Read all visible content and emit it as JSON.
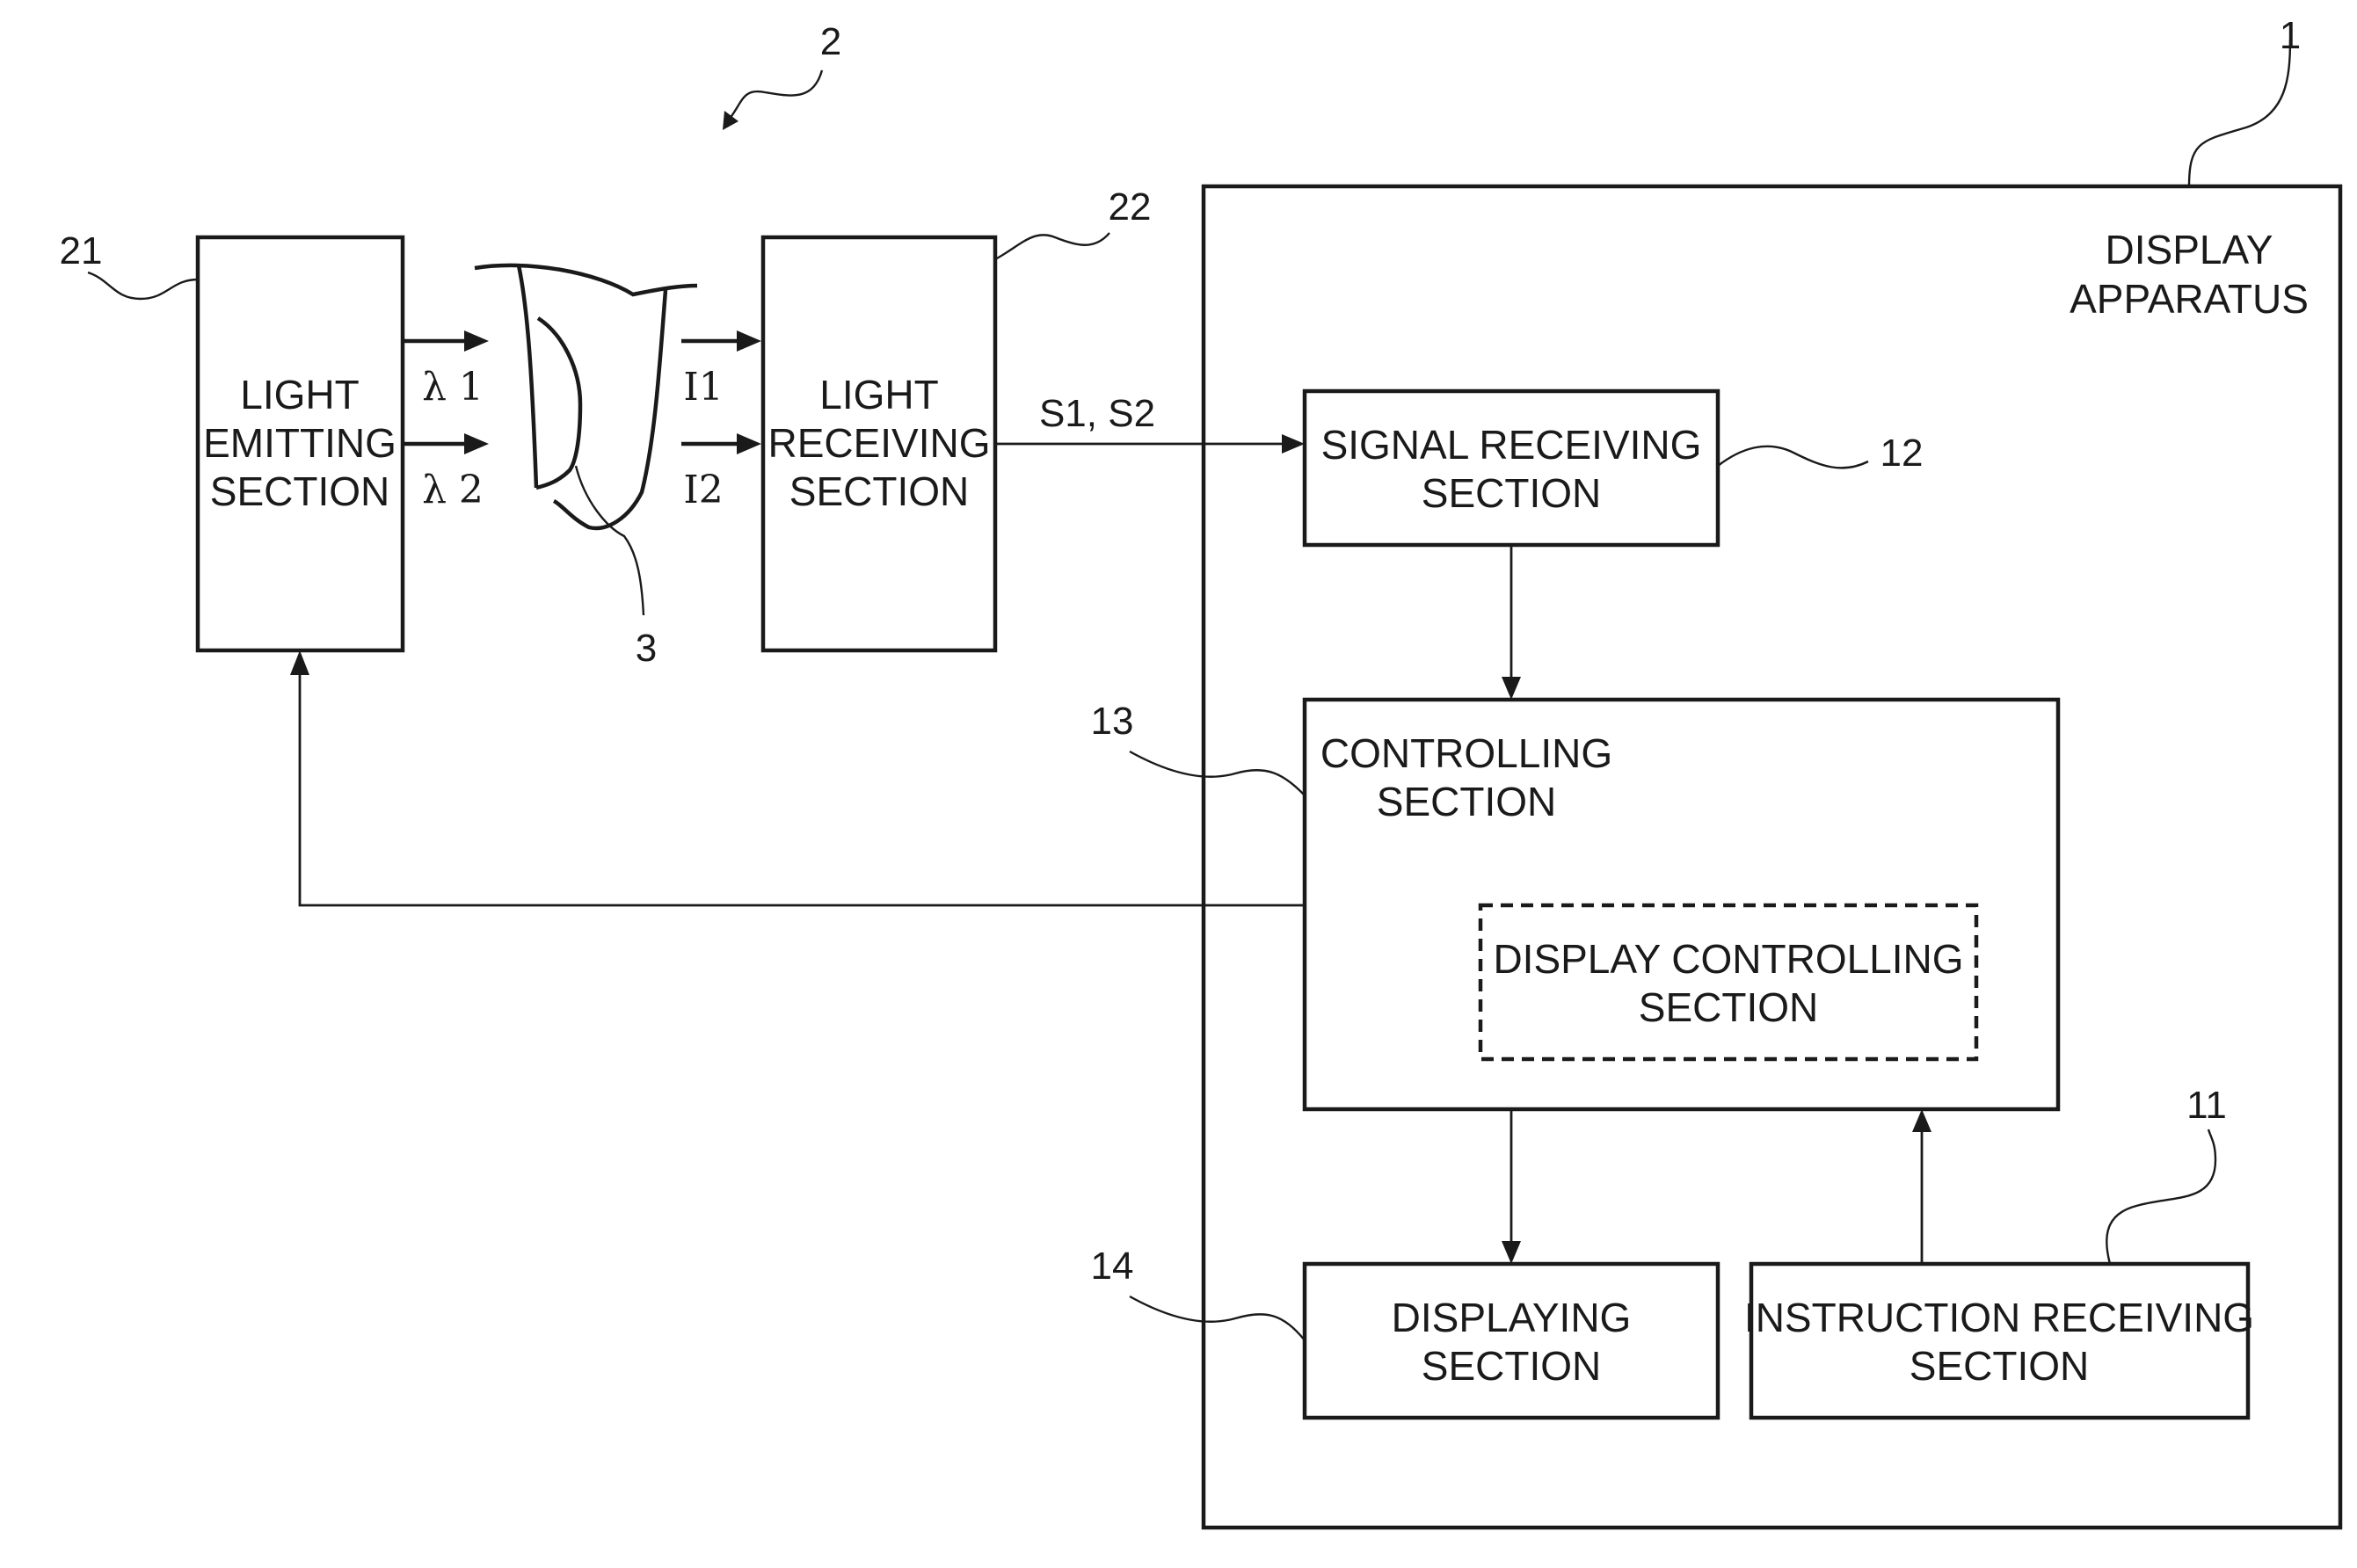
{
  "refs": {
    "display_apparatus": "1",
    "system": "2",
    "finger": "3",
    "instruction_receiving": "11",
    "signal_receiving": "12",
    "controlling": "13",
    "displaying": "14",
    "light_emitting": "21",
    "light_receiving": "22"
  },
  "blocks": {
    "light_emitting": [
      "LIGHT",
      "EMITTING",
      "SECTION"
    ],
    "light_receiving": [
      "LIGHT",
      "RECEIVING",
      "SECTION"
    ],
    "display_apparatus": [
      "DISPLAY",
      "APPARATUS"
    ],
    "signal_receiving": [
      "SIGNAL RECEIVING",
      "SECTION"
    ],
    "controlling": [
      "CONTROLLING",
      "SECTION"
    ],
    "display_controlling": [
      "DISPLAY CONTROLLING",
      "SECTION"
    ],
    "displaying": [
      "DISPLAYING",
      "SECTION"
    ],
    "instruction_receiving": [
      "INSTRUCTION RECEIVING",
      "SECTION"
    ]
  },
  "signals": {
    "lambda1": "λ 1",
    "lambda2": "λ 2",
    "i1": "I1",
    "i2": "I2",
    "s1s2": "S1, S2"
  }
}
